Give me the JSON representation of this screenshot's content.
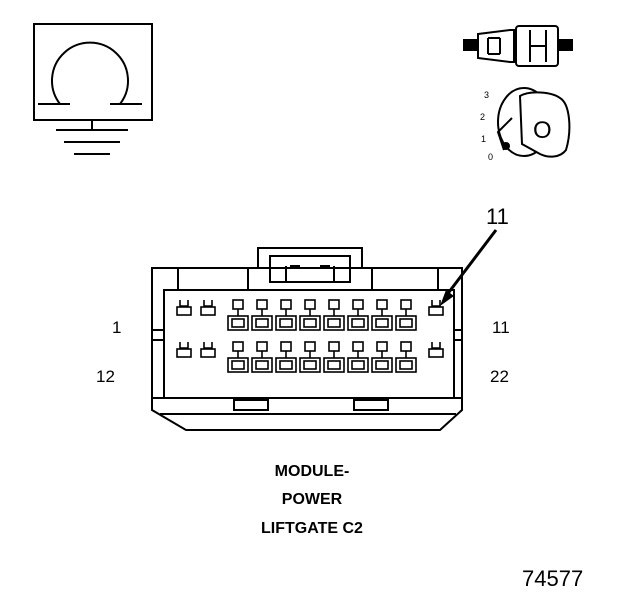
{
  "diagram": {
    "callout_pin": "11",
    "pin_labels": {
      "top_left": "1",
      "top_right": "11",
      "bottom_left": "12",
      "bottom_right": "22"
    },
    "caption_lines": [
      "MODULE-",
      "POWER",
      "LIFTGATE C2"
    ],
    "figure_number": "74577",
    "ignition_positions": [
      "3",
      "2",
      "1",
      "0"
    ],
    "key_mark": "O",
    "icons": [
      "ground-resistance-symbol-icon",
      "connector-plug-icon",
      "ignition-key-switch-icon"
    ]
  }
}
